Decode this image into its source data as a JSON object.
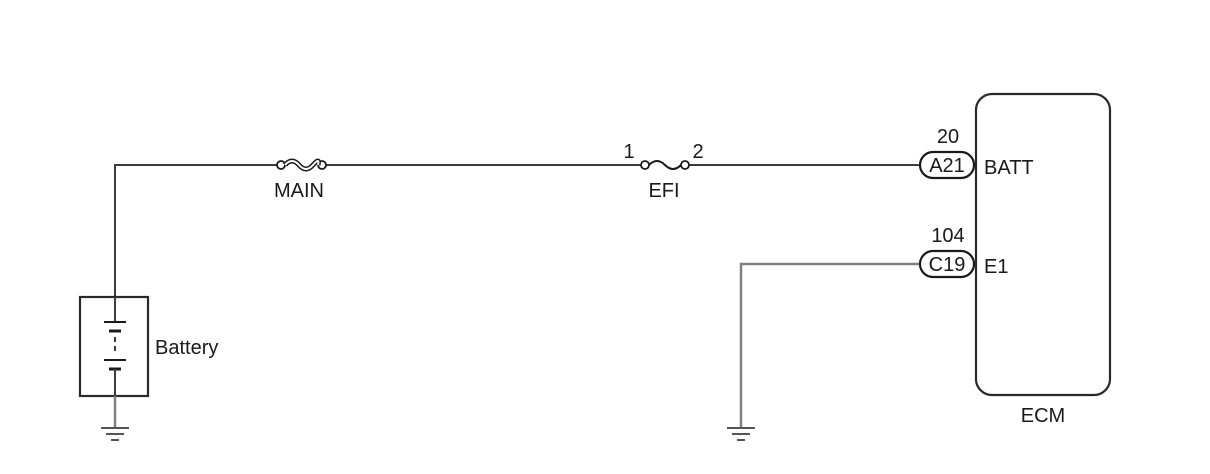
{
  "diagram": {
    "fuses": {
      "main": {
        "label": "MAIN"
      },
      "efi": {
        "label": "EFI",
        "pin_left": "1",
        "pin_right": "2"
      }
    },
    "battery": {
      "label": "Battery"
    },
    "ecm": {
      "label": "ECM",
      "terminals": [
        {
          "connector": "A21",
          "pin": "20",
          "name": "BATT"
        },
        {
          "connector": "C19",
          "pin": "104",
          "name": "E1"
        }
      ]
    }
  }
}
